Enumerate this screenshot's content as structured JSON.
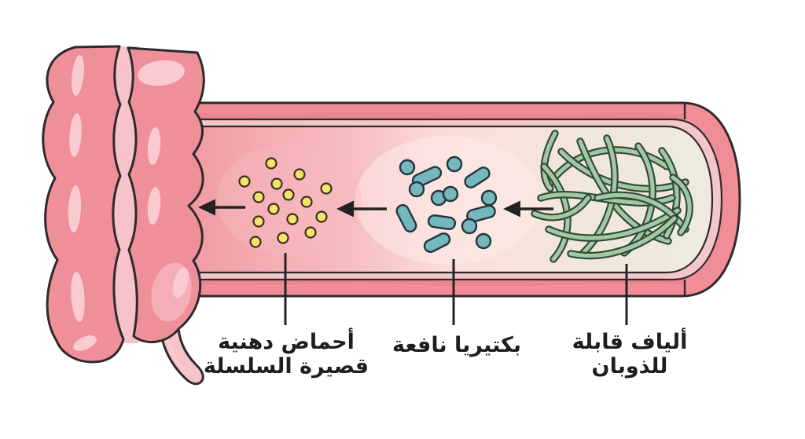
{
  "figure": {
    "type": "medical-diagram",
    "labels": {
      "scfa": {
        "line1": "أحماض دهنية",
        "line2": "قصيرة السلسلة"
      },
      "bacteria": {
        "line1": "بكتيريا نافعة"
      },
      "fiber": {
        "line1": "ألياف قابلة",
        "line2": "للذوبان"
      }
    },
    "element_counts": {
      "fatty_acid_dots": 15,
      "bacteria_rods": 6,
      "bacteria_cocci": 8,
      "fiber_strands": 14,
      "flow_arrows": 3
    },
    "colors": {
      "background": "#ffffff",
      "outline": "#2e2a2b",
      "intestine_body": "#ef8f99",
      "intestine_strip": "#f5c3c8",
      "intestine_highlight": "#f9cbd0",
      "intestine_highlight_soft": "#f4aeb6",
      "tube_wall": "#f08d96",
      "tube_wall_shade": "#e8818d",
      "tube_inner_strip": "#f3c6c9",
      "lumen_left": "#f09aa3",
      "lumen_mid": "#fadbd8",
      "lumen_right": "#eeeade",
      "fatty_acid_fill": "#f6e268",
      "fatty_acid_outline": "#3a2f23",
      "bacteria_fill": "#74b7bf",
      "bacteria_outline": "#24363c",
      "fiber_fill": "#a3c8a3",
      "fiber_outline": "#2f4a38",
      "arrow": "#232323",
      "label_text": "#1e1e1e"
    }
  }
}
